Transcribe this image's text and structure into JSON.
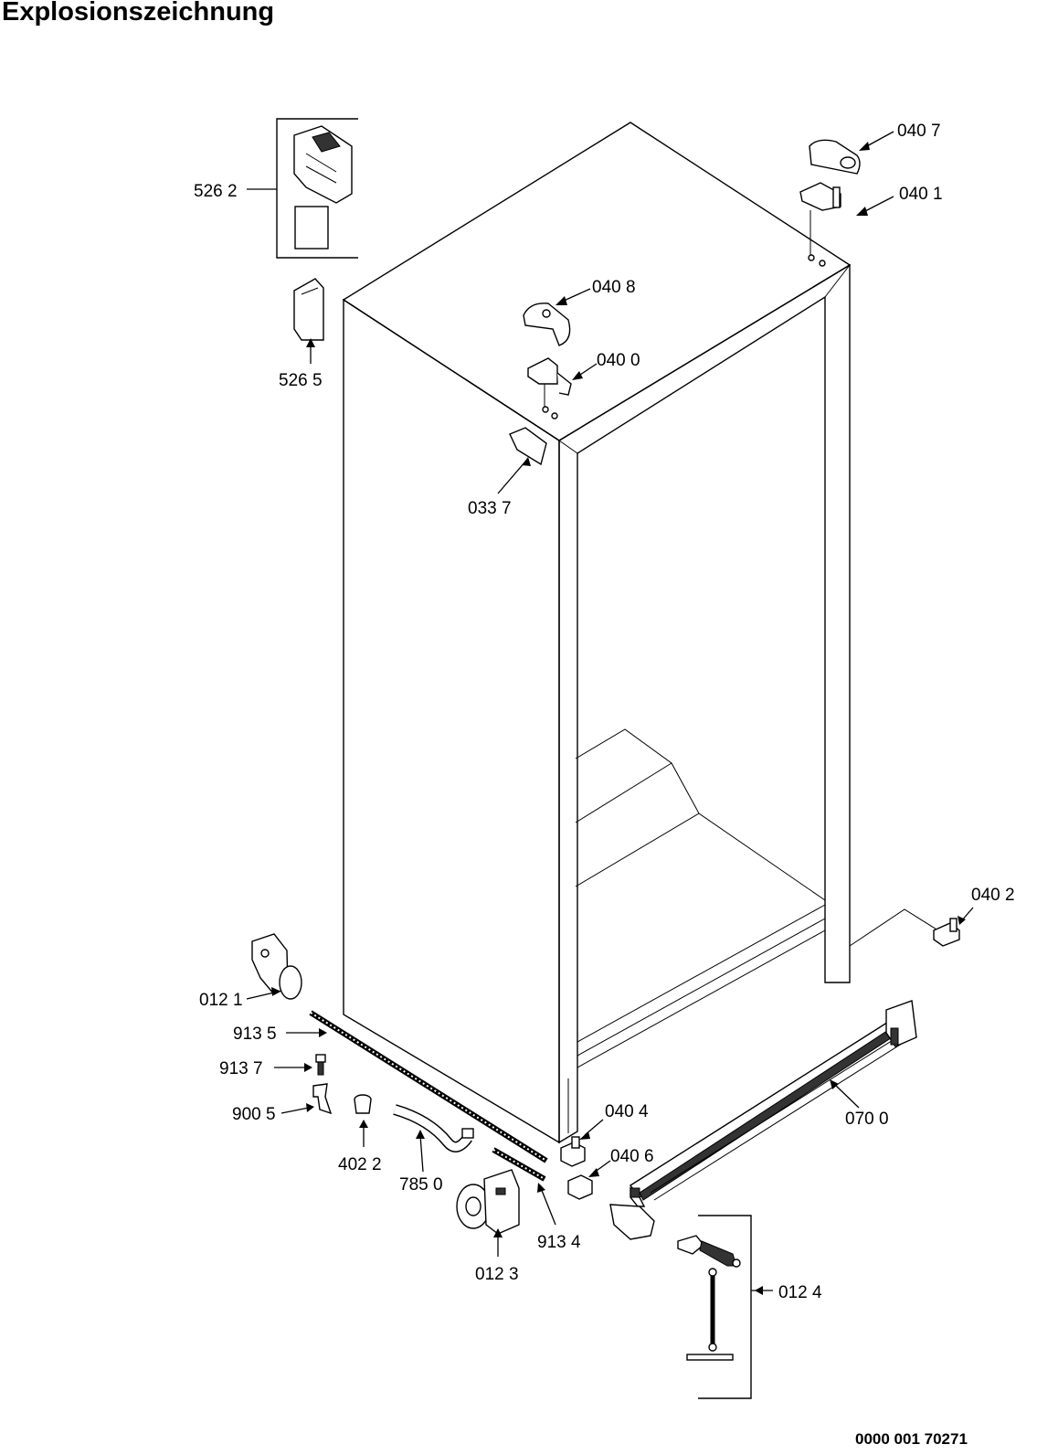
{
  "header": {
    "title": "Explosionszeichnung"
  },
  "footer": {
    "doc_number": "0000 001 70271"
  },
  "callouts": {
    "c5262": "526 2",
    "c5265": "526 5",
    "c0407": "040 7",
    "c0401": "040 1",
    "c0408": "040 8",
    "c0400": "040 0",
    "c0337": "033 7",
    "c0402": "040 2",
    "c0121": "012 1",
    "c9135": "913 5",
    "c9137": "913 7",
    "c9005": "900 5",
    "c4022": "402 2",
    "c7850": "785 0",
    "c0404": "040 4",
    "c0406": "040 6",
    "c0700": "070 0",
    "c9134": "913 4",
    "c0123": "012 3",
    "c0124": "012 4"
  },
  "colors": {
    "line": "#000000",
    "background": "#ffffff",
    "part_shade": "#333333"
  }
}
